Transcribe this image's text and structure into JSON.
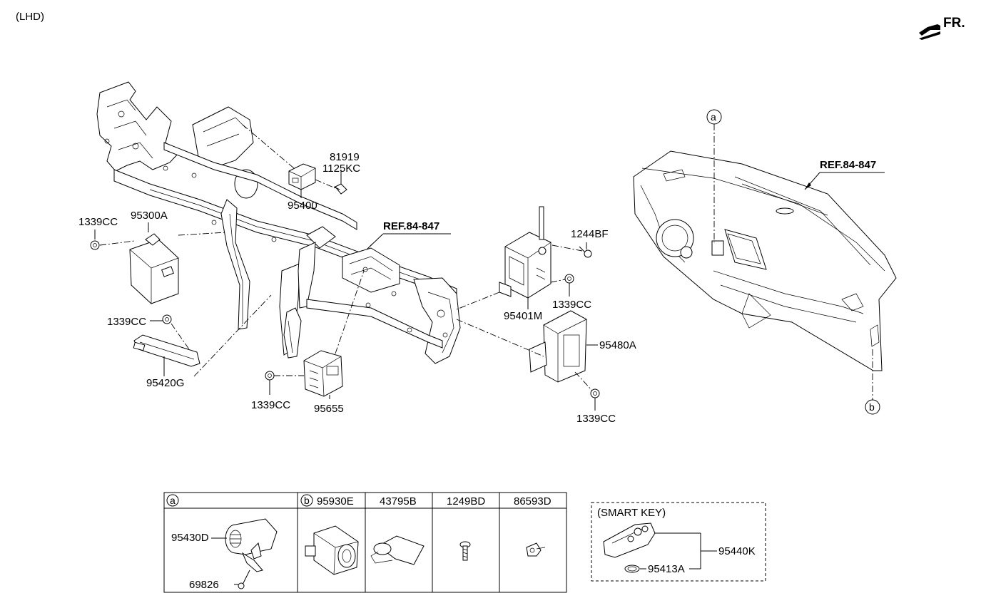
{
  "header": {
    "drive_side": "(LHD)",
    "direction": "FR."
  },
  "references": {
    "ref_left": "REF.84-847",
    "ref_right": "REF.84-847"
  },
  "callouts": {
    "a": "a",
    "b": "b"
  },
  "parts": {
    "p81919": "81919",
    "p1125KC": "1125KC",
    "p95400": "95400",
    "p1339CC_1": "1339CC",
    "p95300A": "95300A",
    "p1339CC_2": "1339CC",
    "p95420G": "95420G",
    "p1339CC_3": "1339CC",
    "p95655": "95655",
    "p1244BF": "1244BF",
    "p1339CC_4": "1339CC",
    "p95401M": "95401M",
    "p95480A": "95480A",
    "p1339CC_5": "1339CC"
  },
  "table": {
    "header_a": "a",
    "header_b": "b",
    "col_b": "95930E",
    "col_c": "43795B",
    "col_d": "1249BD",
    "col_e": "86593D",
    "part_95430D": "95430D",
    "part_69826": "69826"
  },
  "smart_key": {
    "title": "(SMART KEY)",
    "part_95440K": "95440K",
    "part_95413A": "95413A"
  }
}
